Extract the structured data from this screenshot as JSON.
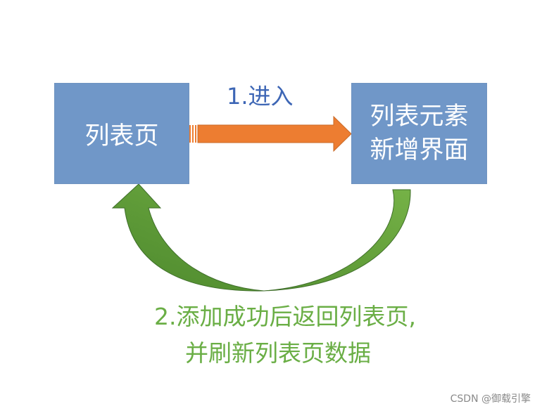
{
  "boxes": {
    "list_page": "列表页",
    "add_page_line1": "列表元素",
    "add_page_line2": "新增界面"
  },
  "steps": {
    "step1": "1.进入",
    "step2_line1": "2.添加成功后返回列表页,",
    "step2_line2": "并刷新列表页数据"
  },
  "watermark": "CSDN @御载引擎",
  "colors": {
    "box_fill": "#7097c8",
    "box_text": "#ffffff",
    "arrow_enter": "#ed7d31",
    "arrow_return": "#5a9a3a",
    "step1_text": "#3d66b5",
    "step2_text": "#6aae45"
  }
}
